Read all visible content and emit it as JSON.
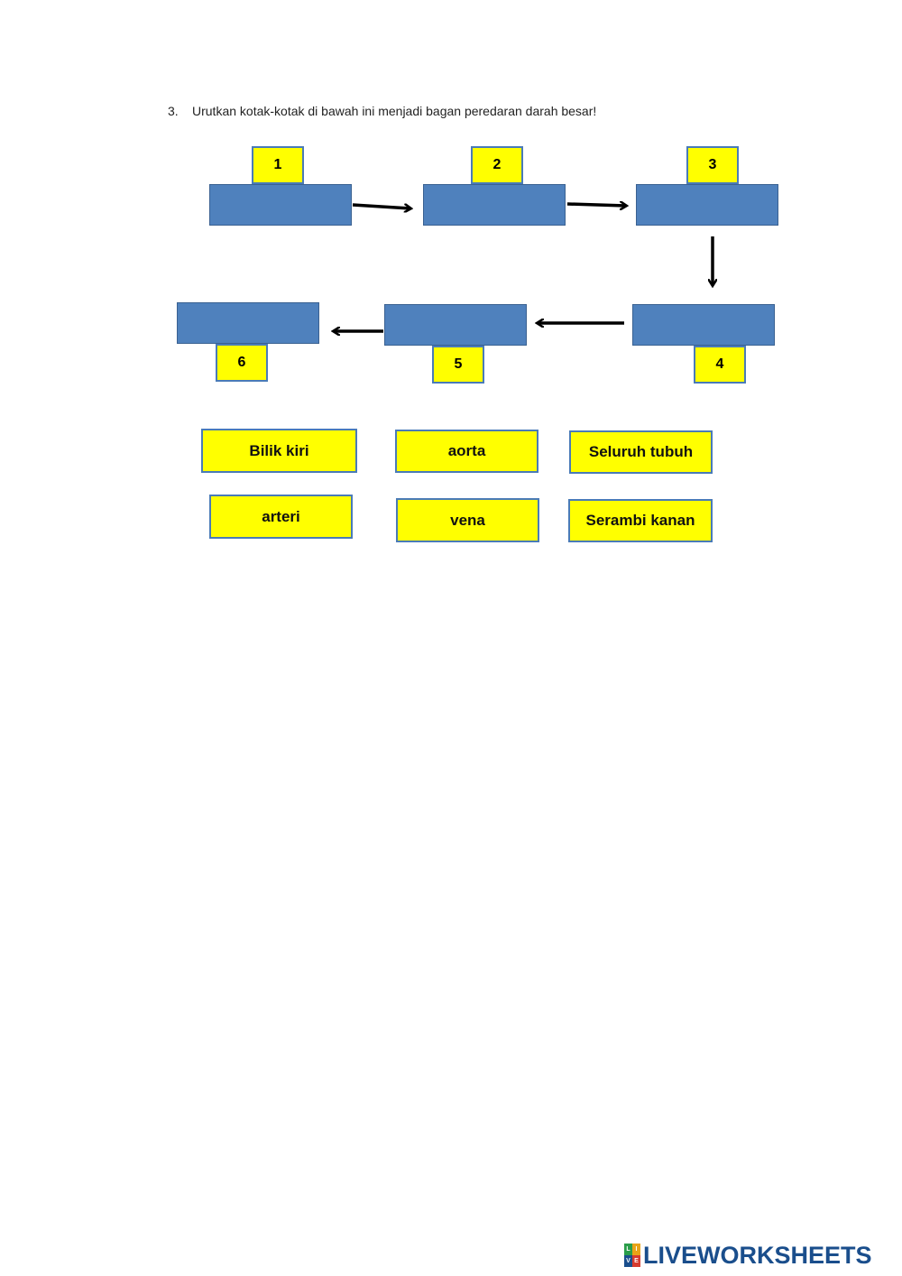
{
  "question": {
    "number": "3.",
    "text": "Urutkan kotak-kotak di bawah ini menjadi bagan peredaran darah besar!"
  },
  "diagram": {
    "slot_labels": [
      "1",
      "2",
      "3",
      "4",
      "5",
      "6"
    ]
  },
  "options": [
    "Bilik kiri",
    "aorta",
    "Seluruh tubuh",
    "arteri",
    "vena",
    "Serambi kanan"
  ],
  "brand": {
    "name": "LIVEWORKSHEETS",
    "mark_letters": [
      "L",
      "I",
      "V",
      "E"
    ],
    "mark_colors": [
      "#2a9d4a",
      "#e8a317",
      "#1a4e8c",
      "#d63b2f"
    ],
    "text_color": "#1a4e8c"
  },
  "colors": {
    "slot_fill": "#4f81bd",
    "tag_fill": "#ffff00",
    "option_fill": "#ffff00"
  }
}
